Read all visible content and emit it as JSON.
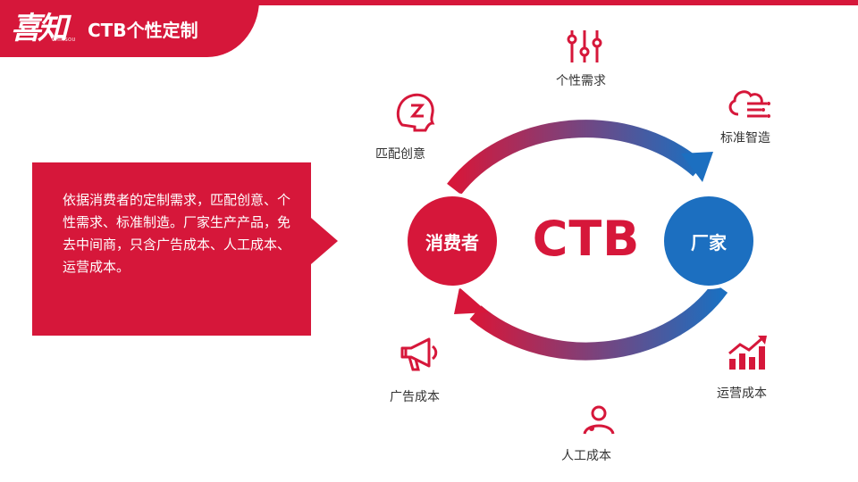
{
  "header": {
    "logo_text": "喜知",
    "logo_subtext": "CHINSOU",
    "title": "CTB个性定制"
  },
  "description": "依据消费者的定制需求，匹配创意、个性需求、标准制造。厂家生产产品，免去中间商，只含广告成本、人工成本、运营成本。",
  "diagram": {
    "center": "CTB",
    "left_node": "消费者",
    "right_node": "厂家",
    "nodes": {
      "creative": "匹配创意",
      "personal": "个性需求",
      "standard": "标准智造",
      "operation": "运营成本",
      "labor": "人工成本",
      "advertising": "广告成本"
    }
  },
  "colors": {
    "red": "#d6173a",
    "blue": "#1c6fc0"
  }
}
